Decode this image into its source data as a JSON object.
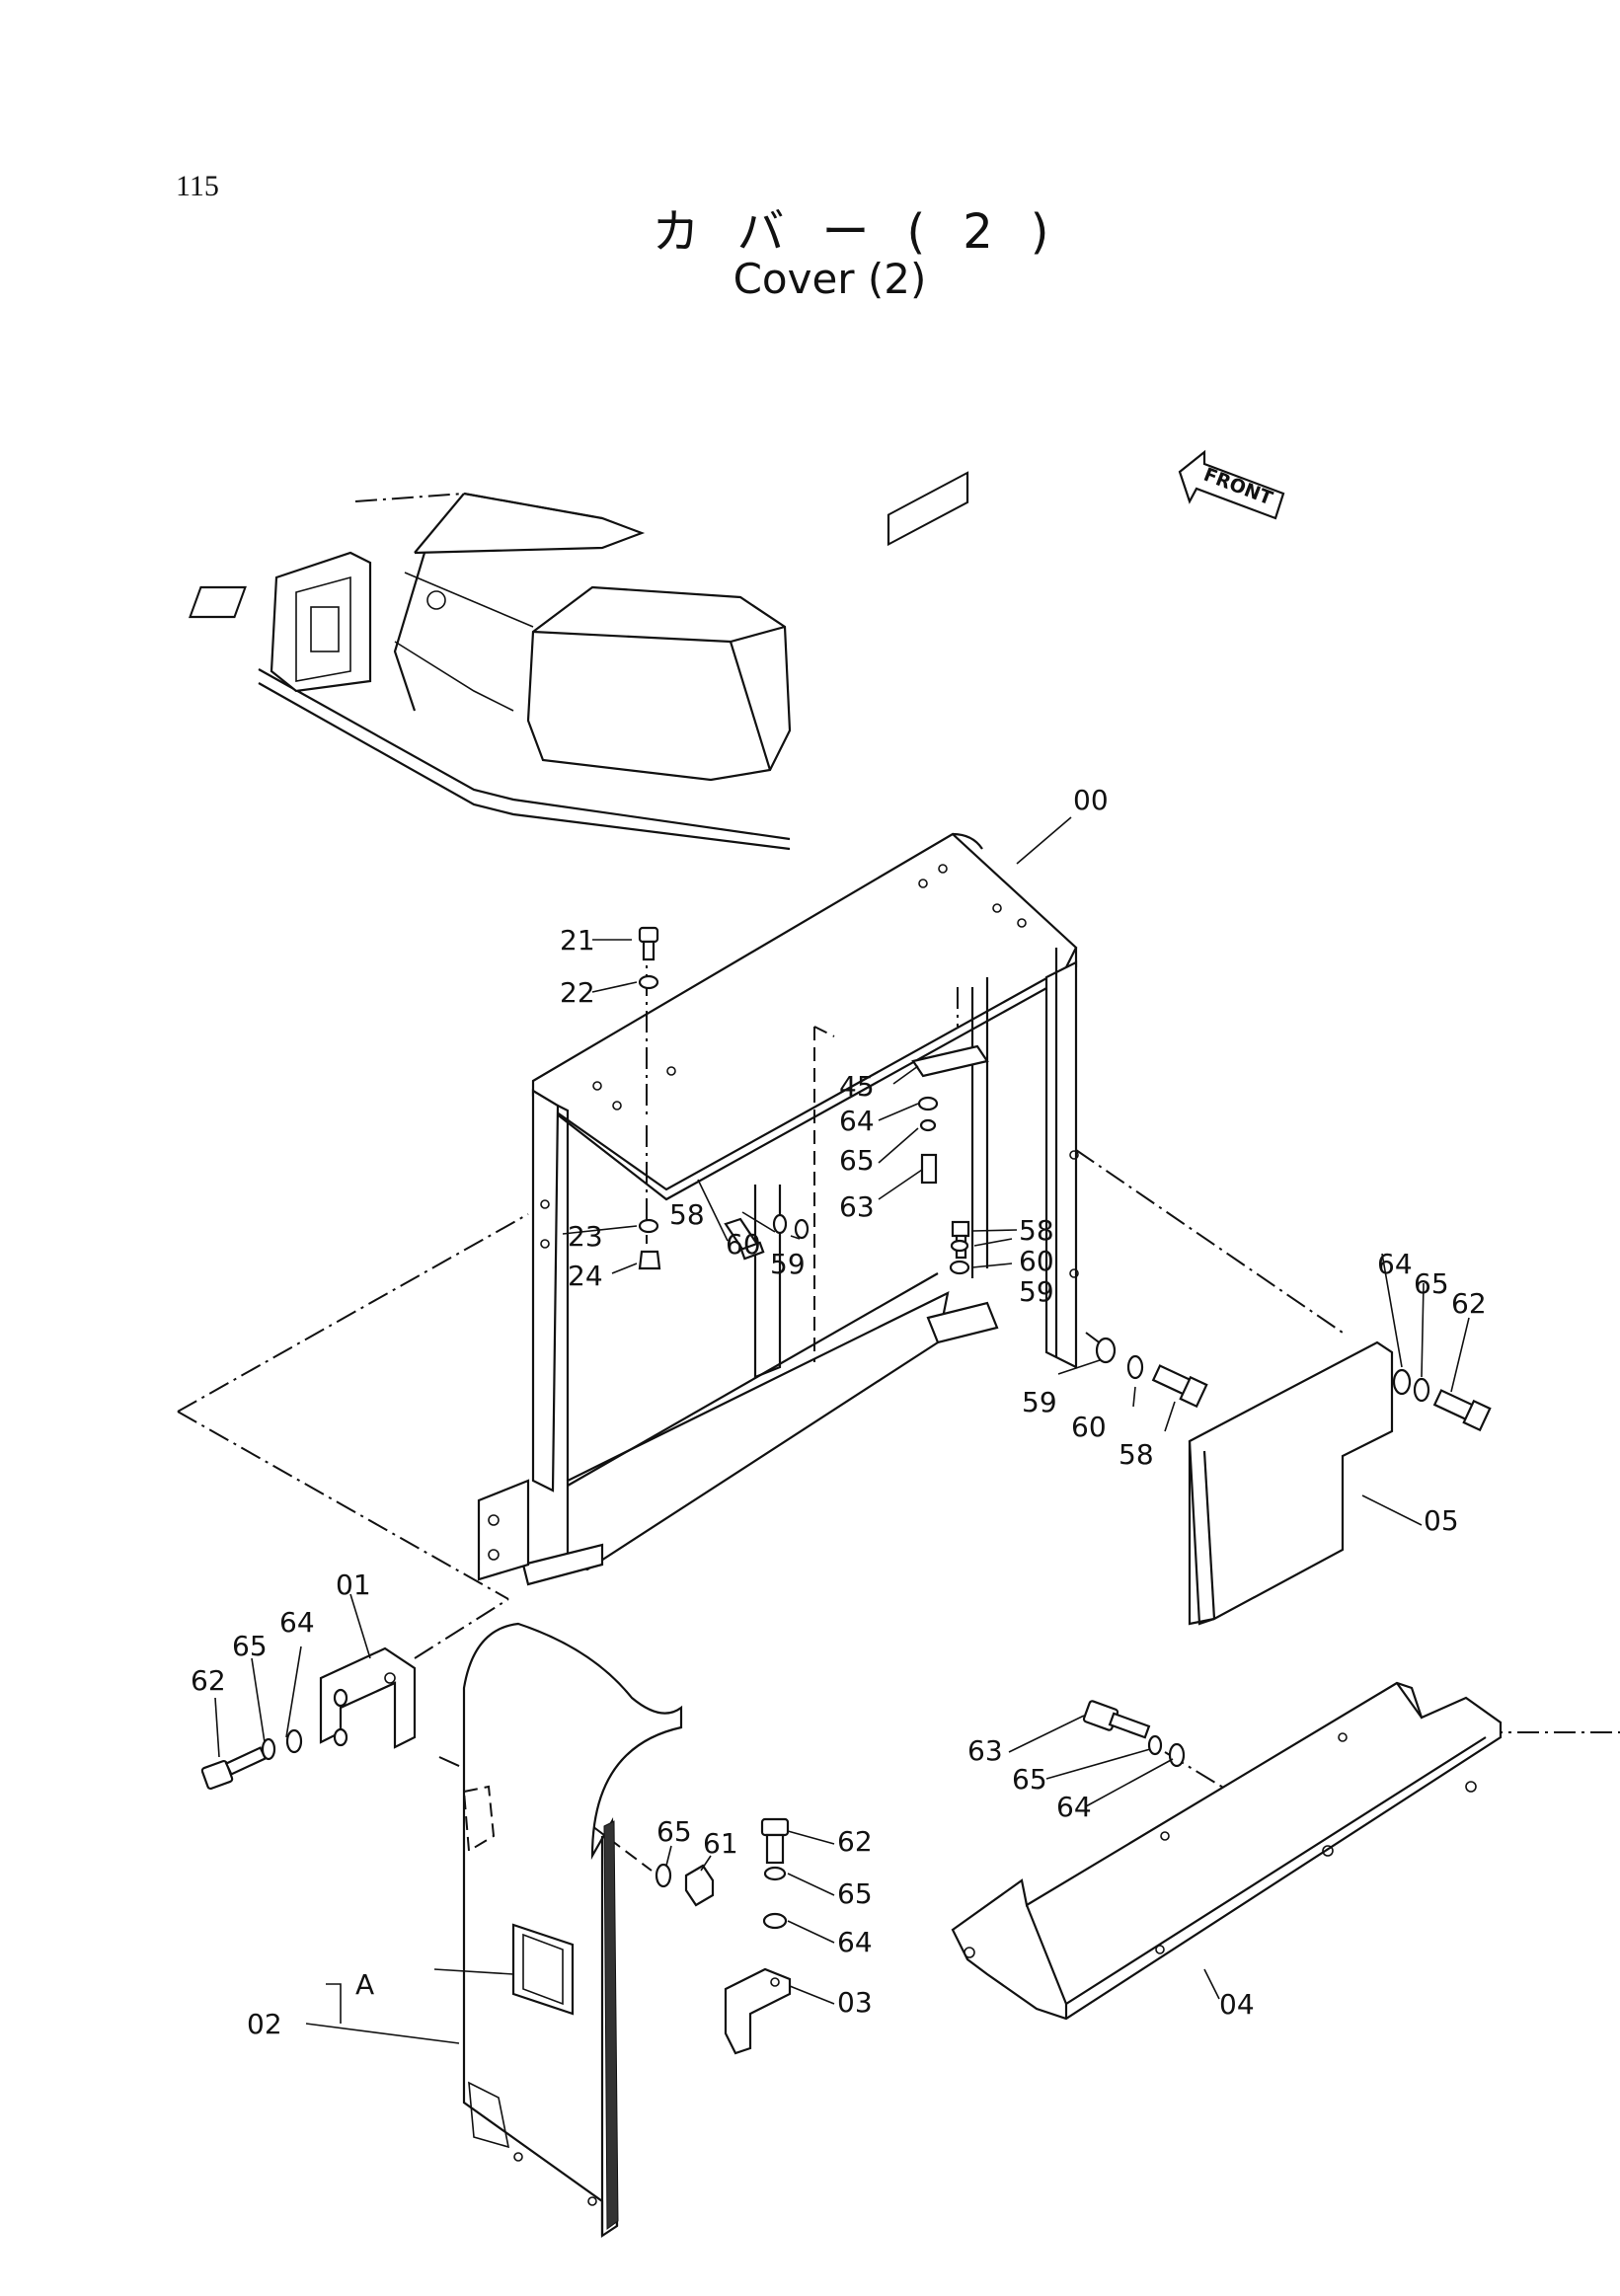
{
  "page_number": "115",
  "title_jp": "カバー(2)",
  "title_en": "Cover (2)",
  "direction_label": "FRONT",
  "callouts": {
    "c00": "00",
    "c01": "01",
    "c02": "02",
    "c03": "03",
    "c04": "04",
    "c05": "05",
    "cA": "A",
    "c21": "21",
    "c22": "22",
    "c23": "23",
    "c24": "24",
    "c45": "45",
    "c64a": "64",
    "c65a": "65",
    "c63a": "63",
    "c58a": "58",
    "c60a": "60",
    "c59a": "59",
    "c58b": "58",
    "c60b": "60",
    "c59b": "59",
    "c59c": "59",
    "c60c": "60",
    "c58c": "58",
    "c64b": "64",
    "c65b": "65",
    "c62a": "62",
    "c62b": "62",
    "c65c": "65",
    "c64c": "64",
    "c65d": "65",
    "c61": "61",
    "c62c": "62",
    "c65e": "65",
    "c64d": "64",
    "c63b": "63",
    "c65f": "65",
    "c64e": "64"
  },
  "icons": {
    "front_arrow": "front-arrow-icon",
    "overview": "machine-overview-illustration"
  }
}
